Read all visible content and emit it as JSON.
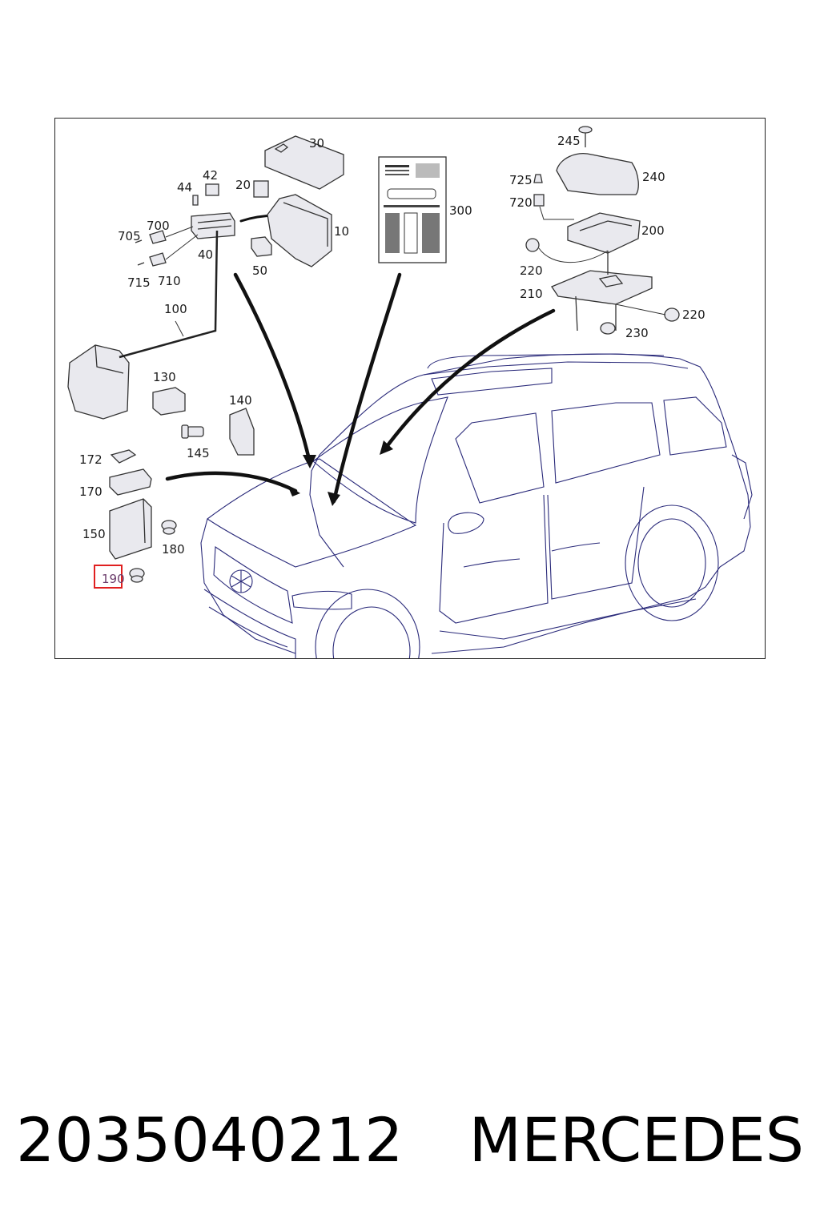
{
  "diagram": {
    "callouts": {
      "c10": "10",
      "c20": "20",
      "c30": "30",
      "c40": "40",
      "c42": "42",
      "c44": "44",
      "c50": "50",
      "c100": "100",
      "c130": "130",
      "c140": "140",
      "c145": "145",
      "c150": "150",
      "c170": "170",
      "c172": "172",
      "c180": "180",
      "c190": "190",
      "c200": "200",
      "c210": "210",
      "c220a": "220",
      "c220b": "220",
      "c230": "230",
      "c240": "240",
      "c245": "245",
      "c300": "300",
      "c700": "700",
      "c705": "705",
      "c710": "710",
      "c715": "715",
      "c720": "720",
      "c725": "725"
    },
    "highlighted_callout": "190",
    "highlight_color": "#e02020",
    "line_color": "#2a2a7a"
  },
  "footer": {
    "part_number": "2035040212",
    "brand": "MERCEDES"
  }
}
